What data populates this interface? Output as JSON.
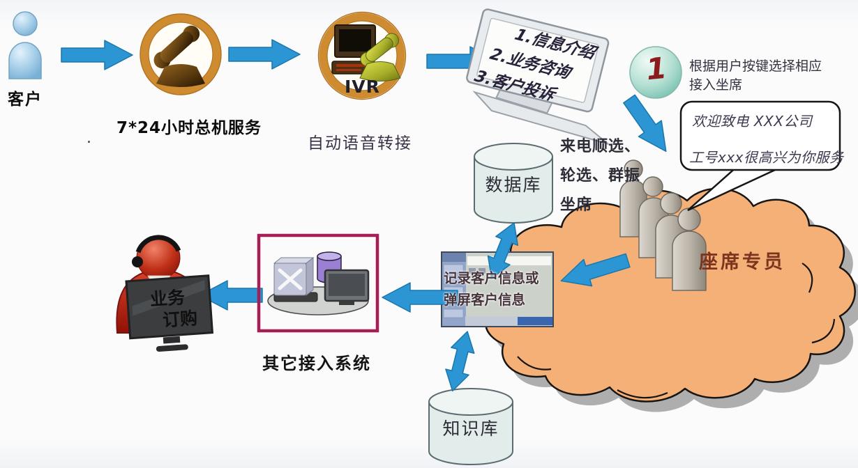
{
  "colors": {
    "arrow_blue": "#2C96D4",
    "cloud_orange": "#F4B077",
    "box_border_crimson": "#A51E56",
    "ring_orange": "#CE8B2F"
  },
  "nodes": {
    "customer": {
      "label": "客户"
    },
    "hotline": {
      "label": "7*24小时总机服务"
    },
    "stray_mark": ".",
    "ivr": {
      "label": "IVR",
      "caption": "自动语音转接"
    },
    "menu_screen": {
      "lines": [
        "1.信息介绍",
        "2.业务咨询",
        "3.客户投诉"
      ]
    },
    "key_ball": {
      "digit": "1"
    },
    "routing_note": {
      "lines": [
        "根据用户按键选择相应",
        "接入坐席"
      ]
    },
    "greeting_bubble": {
      "lines": [
        "欢迎致电 XXX公司",
        "工号xxx很高兴为你服务"
      ]
    },
    "dispatch_note": {
      "lines": [
        "来电顺选、",
        "轮选、群振",
        "坐席"
      ]
    },
    "database": {
      "label": "数据库"
    },
    "agents": {
      "label": "座席专员"
    },
    "crm_popup": {
      "lines": [
        "记录客户信息或",
        "弹屏客户信息"
      ]
    },
    "knowledge_base": {
      "label": "知识库"
    },
    "other_systems": {
      "label": "其它接入系统"
    },
    "agent_desk": {
      "screen_lines": [
        "业务",
        "订购"
      ]
    }
  }
}
